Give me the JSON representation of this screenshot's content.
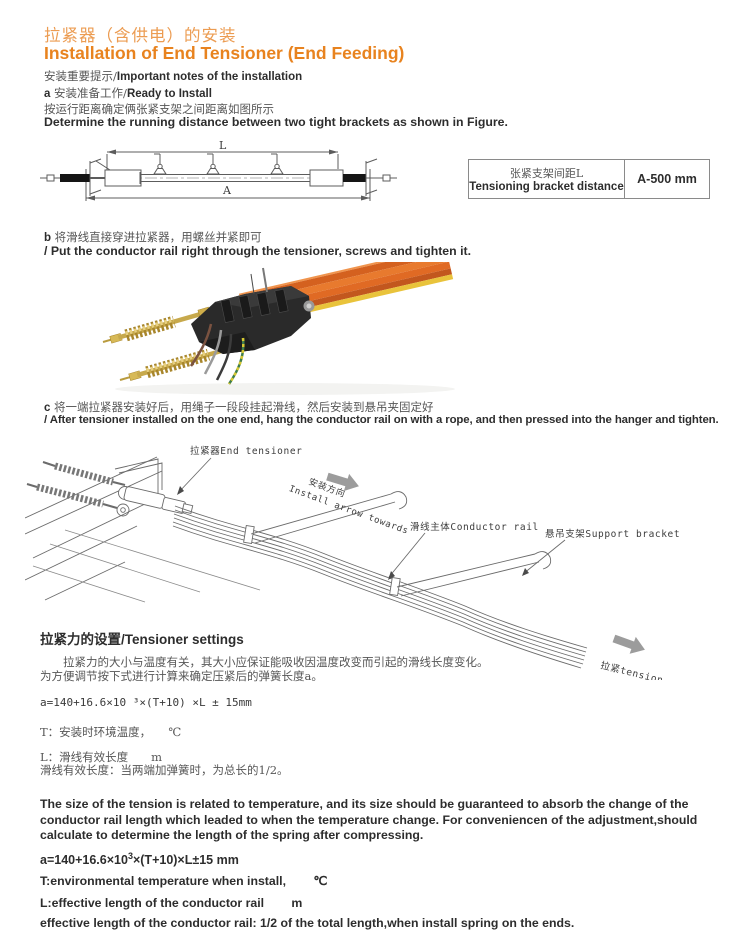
{
  "colors": {
    "title_cn": "#EC9C52",
    "title_en": "#E8831F",
    "body_text": "#2d2d2d",
    "cn_text": "#565656",
    "line_gray": "#666666",
    "arrow_gray": "#9c9c9c",
    "rail_orange": "#E06A24",
    "rail_yellow": "#E9C33B",
    "brass_gold": "#C7A94C",
    "housing_black": "#2a2a2a"
  },
  "header": {
    "title_cn": "拉紧器（含供电）的安装",
    "title_en": "Installation of End Tensioner (End Feeding)",
    "notes_cn": "安装重要提示/",
    "notes_en": "Important notes of the installation"
  },
  "step_a": {
    "label": "a",
    "head_cn": " 安装准备工作/",
    "head_en": "Ready to Install",
    "desc_cn": "按运行距离确定俩张紧支架之间距离如图所示",
    "desc_en": "Determine the running distance between two tight brackets as shown in Figure."
  },
  "diagram1": {
    "dim_inner": "L",
    "dim_outer": "A"
  },
  "spacing_table": {
    "label_cn": "张紧支架间距L",
    "label_en": "Tensioning bracket distance",
    "value": "A-500 mm"
  },
  "step_b": {
    "label": "b",
    "text_cn": " 将滑线直接穿进拉紧器，用螺丝并紧即可",
    "text_en": "/ Put the conductor rail right through the tensioner, screws and tighten it."
  },
  "step_c": {
    "label": "c",
    "text_cn": " 将一端拉紧器安装好后，用绳子一段段挂起滑线，然后安装到悬吊夹固定好",
    "text_en": "/ After tensioner installed on the one end, hang the conductor rail on with a rope, and then pressed into the hanger and tighten."
  },
  "diagram2": {
    "label_end_tensioner": "拉紧器End tensioner",
    "label_install_cn": "安装方向",
    "label_install_en": "Install arrow towards",
    "label_conductor_rail": "滑线主体Conductor rail",
    "label_support_bracket": "悬吊支架Support bracket",
    "label_tension": "拉紧tension"
  },
  "settings": {
    "heading_cn": "拉紧力的设置/",
    "heading_en": "Tensioner settings",
    "para_cn_1": "　　拉紧力的大小与温度有关，其大小应保证能吸收因温度改变而引起的滑线长度变化。",
    "para_cn_2": "为方便调节按下式进行计算来确定压紧后的弹簧长度a。",
    "formula_cn": "a=140+16.6×10 ³×(T+10) ×L ± 15mm",
    "t_def_cn": "T：安装时环境温度，　　℃",
    "l_def_cn": "L：滑线有效长度　　m",
    "l_note_cn": "滑线有效长度：当两端加弹簧时，为总长的1/2。",
    "para_en": "The size of the tension is related to temperature, and its size should be guaranteed to absorb the change of the conductor rail length which leaded to when the temperature change. For conveniencen of the adjustment,should calculate to determine the length of the spring after compressing.",
    "formula_en_pre": "a=140+16.6×10",
    "formula_en_sup": "3",
    "formula_en_post": "×(T+10)×L±15 mm",
    "t_def_en": "T:environmental temperature when install,        ℃",
    "l_def_en": "L:effective length of the conductor rail        m",
    "l_note_en": "effective length of the conductor rail: 1/2 of the total length,when install spring on the ends."
  }
}
